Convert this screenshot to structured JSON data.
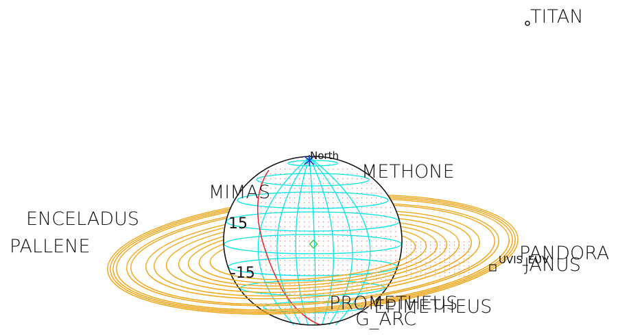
{
  "colors": {
    "ring": "#F2A81D",
    "grid": "#00E5E5",
    "limb": "#111111",
    "terminator": "#E8202A",
    "night_dots": "#F08080",
    "north_marker": "#2233CC",
    "subpoint": "#33CC33",
    "labels": "#111111"
  },
  "pole": {
    "label": "North"
  },
  "latitude_labels": {
    "upper": "15",
    "lower": "-15"
  },
  "target": {
    "label": "UVIS_EUV"
  },
  "moons": [
    {
      "name": "TITAN",
      "marker": "circle"
    },
    {
      "name": "METHONE",
      "marker": "dot"
    },
    {
      "name": "MIMAS",
      "marker": "dot"
    },
    {
      "name": "ENCELADUS",
      "marker": "dot"
    },
    {
      "name": "PALLENE",
      "marker": "dot"
    },
    {
      "name": "PANDORA",
      "marker": "dot"
    },
    {
      "name": "JANUS",
      "marker": "dot"
    },
    {
      "name": "PROMETHEUS",
      "marker": "dot"
    },
    {
      "name": "EPIMETHEUS",
      "marker": "dot"
    },
    {
      "name": "G_ARC",
      "marker": "dot"
    }
  ]
}
